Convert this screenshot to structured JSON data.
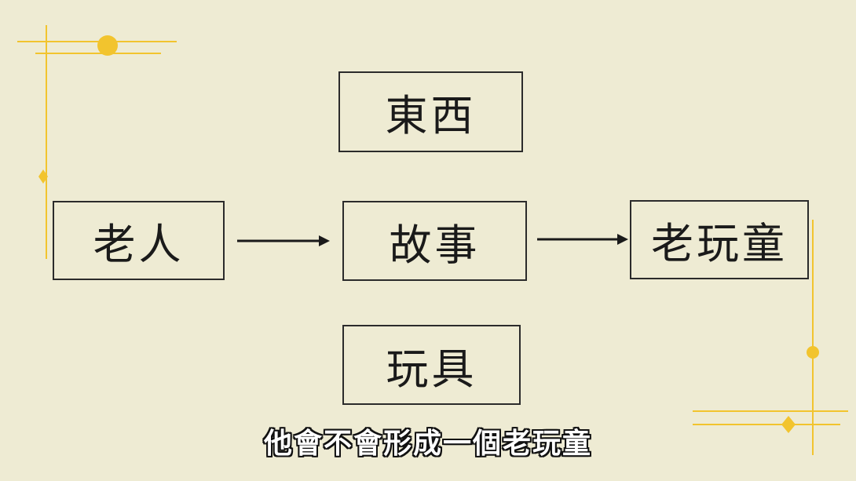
{
  "diagram": {
    "nodes": {
      "dongxi": "東西",
      "laoren": "老人",
      "gushi": "故事",
      "laowantong": "老玩童",
      "wanju": "玩具"
    }
  },
  "subtitle": "他會不會形成一個老玩童",
  "colors": {
    "background": "#eeebd3",
    "accent": "#f2c42e",
    "box_border": "#2b2b2b"
  }
}
